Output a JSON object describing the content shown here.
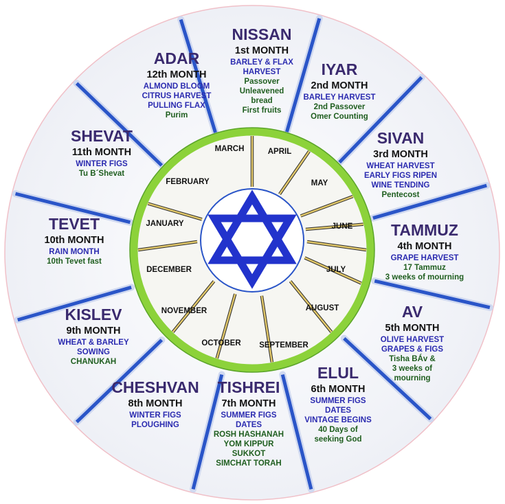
{
  "months": [
    {
      "name": "NISSAN",
      "ordinal": "1st MONTH",
      "harvest": [
        "BARLEY & FLAX",
        "HARVEST"
      ],
      "feasts": [
        "Passover",
        "Unleavened",
        "bread",
        "First fruits"
      ]
    },
    {
      "name": "IYAR",
      "ordinal": "2nd MONTH",
      "harvest": [
        "BARLEY HARVEST"
      ],
      "feasts": [
        "2nd Passover",
        "Omer Counting"
      ]
    },
    {
      "name": "SIVAN",
      "ordinal": "3rd MONTH",
      "harvest": [
        "WHEAT HARVEST",
        "EARLY FIGS RIPEN",
        "WINE TENDING"
      ],
      "feasts": [
        "Pentecost"
      ]
    },
    {
      "name": "TAMMUZ",
      "ordinal": "4th MONTH",
      "harvest": [
        "GRAPE HARVEST"
      ],
      "feasts": [
        "17 Tammuz",
        "3 weeks of mourning"
      ]
    },
    {
      "name": "AV",
      "ordinal": "5th MONTH",
      "harvest": [
        "OLIVE HARVEST",
        "GRAPES & FIGS"
      ],
      "feasts": [
        "Tisha BÁv &",
        "3 weeks of",
        "mourning"
      ]
    },
    {
      "name": "ELUL",
      "ordinal": "6th MONTH",
      "harvest": [
        "SUMMER FIGS",
        "DATES",
        "VINTAGE BEGINS"
      ],
      "feasts": [
        "40 Days of",
        "seeking God"
      ]
    },
    {
      "name": "TISHREI",
      "ordinal": "7th MONTH",
      "harvest": [
        "SUMMER FIGS",
        "DATES"
      ],
      "feasts": [
        "ROSH HASHANAH",
        "YOM KIPPUR",
        "SUKKOT",
        "SIMCHAT TORAH"
      ]
    },
    {
      "name": "CHESHVAN",
      "ordinal": "8th MONTH",
      "harvest": [
        "WINTER FIGS",
        "PLOUGHING"
      ],
      "feasts": []
    },
    {
      "name": "KISLEV",
      "ordinal": "9th MONTH",
      "harvest": [
        "WHEAT & BARLEY",
        "SOWING"
      ],
      "feasts": [
        "CHANUKAH"
      ]
    },
    {
      "name": "TEVET",
      "ordinal": "10th MONTH",
      "harvest": [
        "RAIN MONTH"
      ],
      "feasts": [
        "10th Tevet fast"
      ]
    },
    {
      "name": "SHEVAT",
      "ordinal": "11th MONTH",
      "harvest": [
        "WINTER FIGS"
      ],
      "feasts": [
        "Tu B´Shevat"
      ]
    },
    {
      "name": "ADAR",
      "ordinal": "12th MONTH",
      "harvest": [
        "ALMOND BLOOM",
        "CITRUS HARVEST",
        "PULLING FLAX"
      ],
      "feasts": [
        "Purim"
      ]
    }
  ],
  "gregorian": [
    "MARCH",
    "APRIL",
    "MAY",
    "JUNE",
    "JULY",
    "AUGUST",
    "SEPTEMBER",
    "OCTOBER",
    "NOVEMBER",
    "DECEMBER",
    "JANUARY",
    "FEBRUARY"
  ],
  "colors": {
    "outer_divider": "#2a55c8",
    "inner_divider": "#8a6d1a",
    "green_ring": "#8cd23a",
    "star": "#2233cc",
    "month_name": "#3a2a6e",
    "harvest_text": "#2b2bb0",
    "feast_text": "#1f5e1f"
  },
  "center_symbol": "star-of-david"
}
